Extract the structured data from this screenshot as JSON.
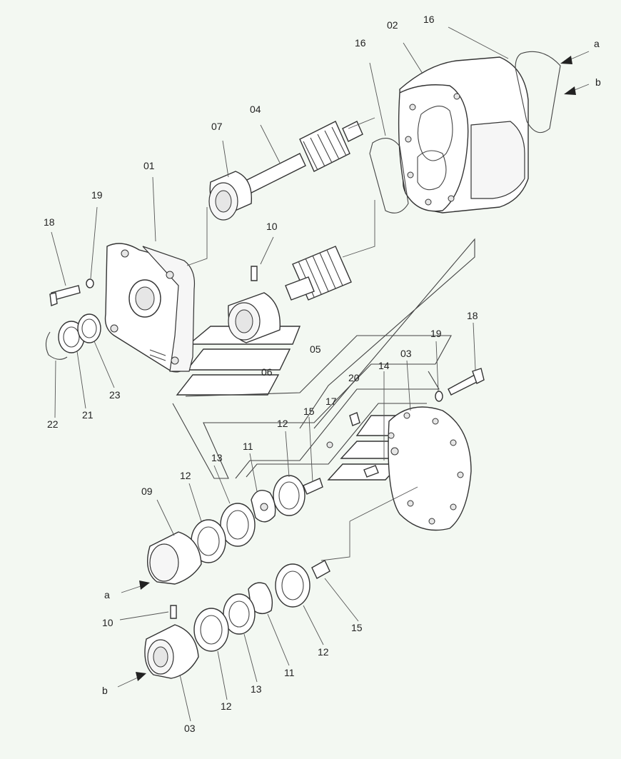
{
  "callouts": {
    "c01": "01",
    "c02": "02",
    "c03_body": "03",
    "c03_flange": "03",
    "c04": "04",
    "c05": "05",
    "c06": "06",
    "c07": "07",
    "c09": "09",
    "c10_top": "10",
    "c10_bot": "10",
    "c11_mid": "11",
    "c11_bot": "11",
    "c12_a": "12",
    "c12_b": "12",
    "c12_c": "12",
    "c12_d": "12",
    "c13_a": "13",
    "c13_b": "13",
    "c14": "14",
    "c15_a": "15",
    "c15_b": "15",
    "c16_a": "16",
    "c16_b": "16",
    "c17": "17",
    "c18_a": "18",
    "c18_b": "18",
    "c19_a": "19",
    "c19_b": "19",
    "c20": "20",
    "c21": "21",
    "c22": "22",
    "c23": "23",
    "arrow_a_top": "a",
    "arrow_b_top": "b",
    "arrow_a_bot": "a",
    "arrow_b_bot": "b"
  }
}
